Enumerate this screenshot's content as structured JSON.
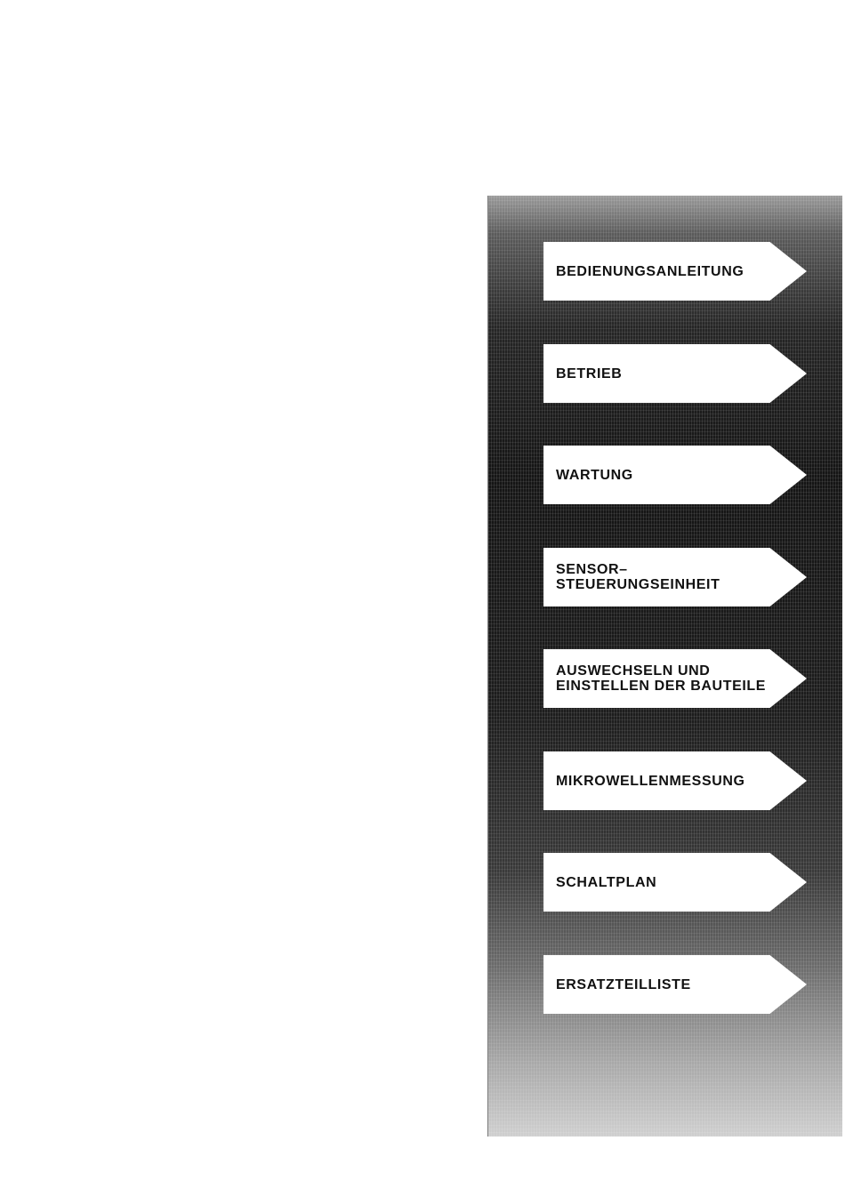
{
  "sections": [
    {
      "label": "BEDIENUNGSANLEITUNG"
    },
    {
      "label": "BETRIEB"
    },
    {
      "label": "WARTUNG"
    },
    {
      "label": "SENSOR–\nSTEUERUNGSEINHEIT"
    },
    {
      "label": "AUSWECHSELN UND\nEINSTELLEN DER BAUTEILE"
    },
    {
      "label": "MIKROWELLENMESSUNG"
    },
    {
      "label": "SCHALTPLAN"
    },
    {
      "label": "ERSATZTEILLISTE"
    }
  ],
  "colors": {
    "tab_background": "#ffffff",
    "tab_text": "#111111",
    "strip_dark": "#151515"
  }
}
